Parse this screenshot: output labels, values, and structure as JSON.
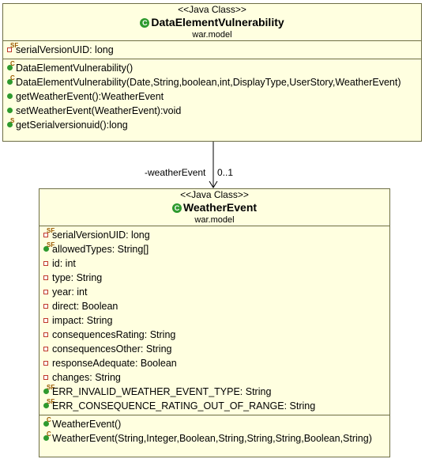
{
  "classes": {
    "dev": {
      "stereotype": "<<Java Class>>",
      "name": "DataElementVulnerability",
      "package": "war.model",
      "fields": [
        {
          "text": "serialVersionUID: long",
          "kind": "private-static-final"
        }
      ],
      "methods": [
        {
          "text": "DataElementVulnerability()",
          "kind": "constructor"
        },
        {
          "text": "DataElementVulnerability(Date,String,boolean,int,DisplayType,UserStory,WeatherEvent)",
          "kind": "constructor"
        },
        {
          "text": "getWeatherEvent():WeatherEvent",
          "kind": "public"
        },
        {
          "text": "setWeatherEvent(WeatherEvent):void",
          "kind": "public"
        },
        {
          "text": "getSerialversionuid():long",
          "kind": "public-static"
        }
      ]
    },
    "we": {
      "stereotype": "<<Java Class>>",
      "name": "WeatherEvent",
      "package": "war.model",
      "fields": [
        {
          "text": "serialVersionUID: long",
          "kind": "private-static-final"
        },
        {
          "text": "allowedTypes: String[]",
          "kind": "public-static-final"
        },
        {
          "text": "id: int",
          "kind": "private"
        },
        {
          "text": "type: String",
          "kind": "private"
        },
        {
          "text": "year: int",
          "kind": "private"
        },
        {
          "text": "direct: Boolean",
          "kind": "private"
        },
        {
          "text": "impact: String",
          "kind": "private"
        },
        {
          "text": "consequencesRating: String",
          "kind": "private"
        },
        {
          "text": "consequencesOther: String",
          "kind": "private"
        },
        {
          "text": "responseAdequate: Boolean",
          "kind": "private"
        },
        {
          "text": "changes: String",
          "kind": "private"
        },
        {
          "text": "ERR_INVALID_WEATHER_EVENT_TYPE: String",
          "kind": "public-static-final"
        },
        {
          "text": "ERR_CONSEQUENCE_RATING_OUT_OF_RANGE: String",
          "kind": "public-static-final"
        }
      ],
      "methods": [
        {
          "text": "WeatherEvent()",
          "kind": "constructor"
        },
        {
          "text": "WeatherEvent(String,Integer,Boolean,String,String,String,Boolean,String)",
          "kind": "constructor"
        }
      ]
    }
  },
  "association": {
    "role": "-weatherEvent",
    "multiplicity": "0..1"
  },
  "colors": {
    "box_fill": "#ffffe0",
    "box_border": "#6e6e45",
    "public_icon": "#2e9a2e",
    "private_icon": "#c0392b"
  }
}
